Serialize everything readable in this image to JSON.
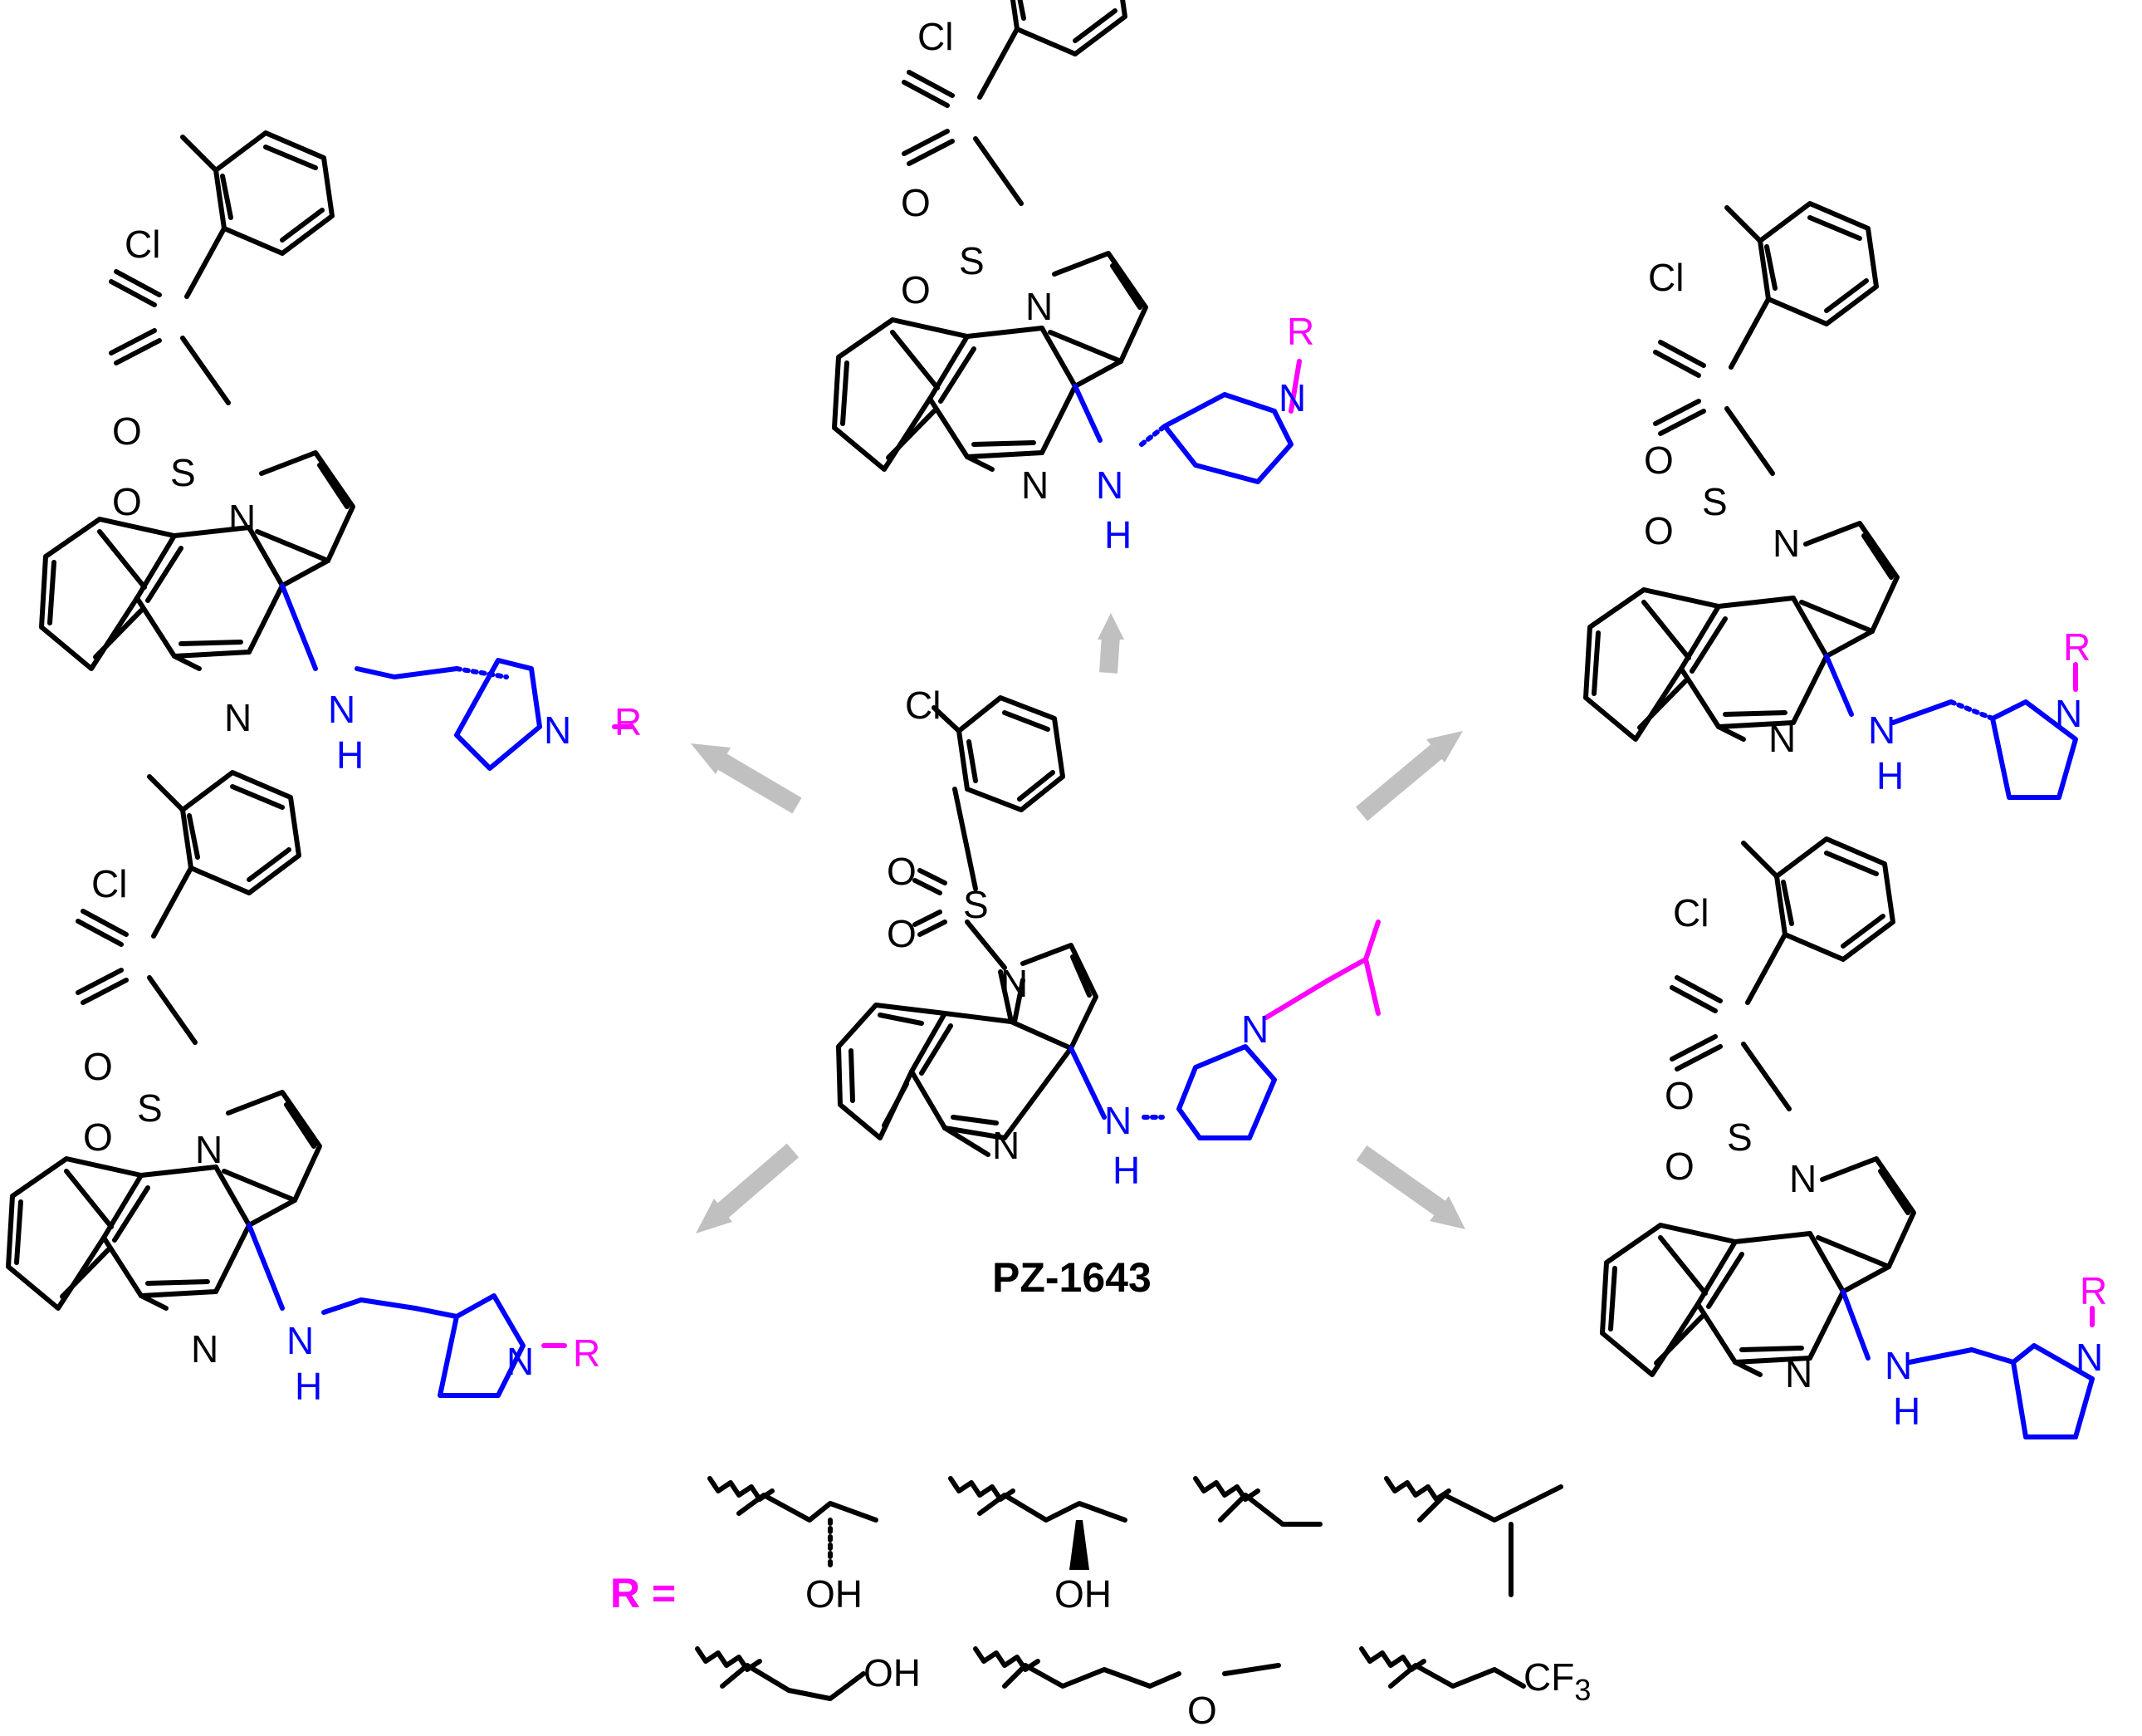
{
  "center_compound": {
    "name": "PZ-1643"
  },
  "atoms": {
    "cl": "Cl",
    "s": "S",
    "o": "O",
    "n": "N",
    "nh_n": "N",
    "nh_h": "H",
    "r": "R"
  },
  "r_group_legend": {
    "label": "R =",
    "oh": "OH",
    "o": "O",
    "cf3_c": "CF",
    "cf3_sub": "3"
  },
  "colors": {
    "core": "#000000",
    "amine": "#0000ff",
    "substituent": "#ff00ff",
    "arrow": "#c0c0c0"
  }
}
